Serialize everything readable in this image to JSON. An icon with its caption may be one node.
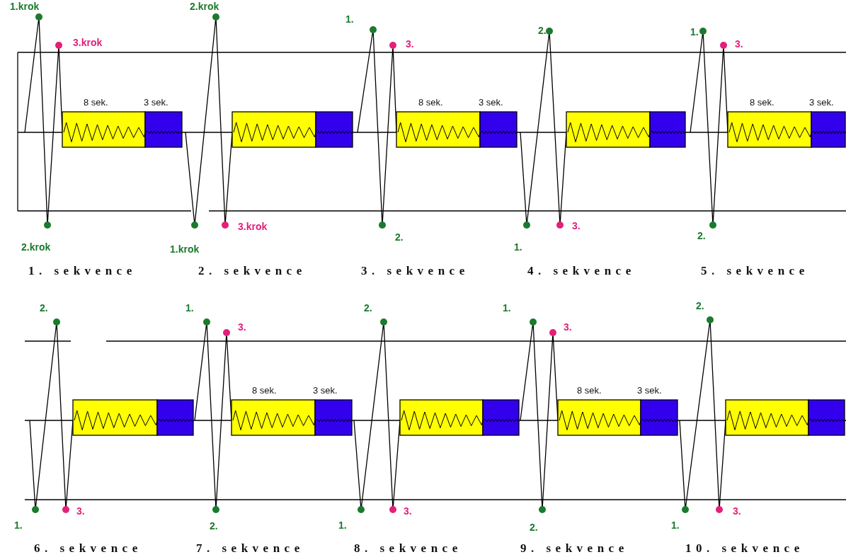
{
  "diagram": {
    "labels": [
      "1.krok",
      "3.krok",
      "8 sek.",
      "3 sek.",
      "2.krok",
      "1. sekvence",
      "2.krok",
      "1.krok",
      "3.krok",
      "2. sekvence",
      "1.",
      "3.",
      "8 sek.",
      "3 sek.",
      "2.",
      "3. sekvence",
      "2.",
      "1.",
      "3.",
      "4. sekvence",
      "1.",
      "3.",
      "8 sek.",
      "3 sek.",
      "2.",
      "5. sekvence",
      "2.",
      "1.",
      "3.",
      "6. sekvence",
      "1.",
      "3.",
      "8 sek.",
      "3 sek.",
      "2.",
      "7. sekvence",
      "2.",
      "1.",
      "3.",
      "8. sekvence",
      "1.",
      "3.",
      "8 sek.",
      "3 sek.",
      "2.",
      "9. sekvence",
      "2.",
      "1.",
      "3.",
      "10. sekvence"
    ]
  }
}
